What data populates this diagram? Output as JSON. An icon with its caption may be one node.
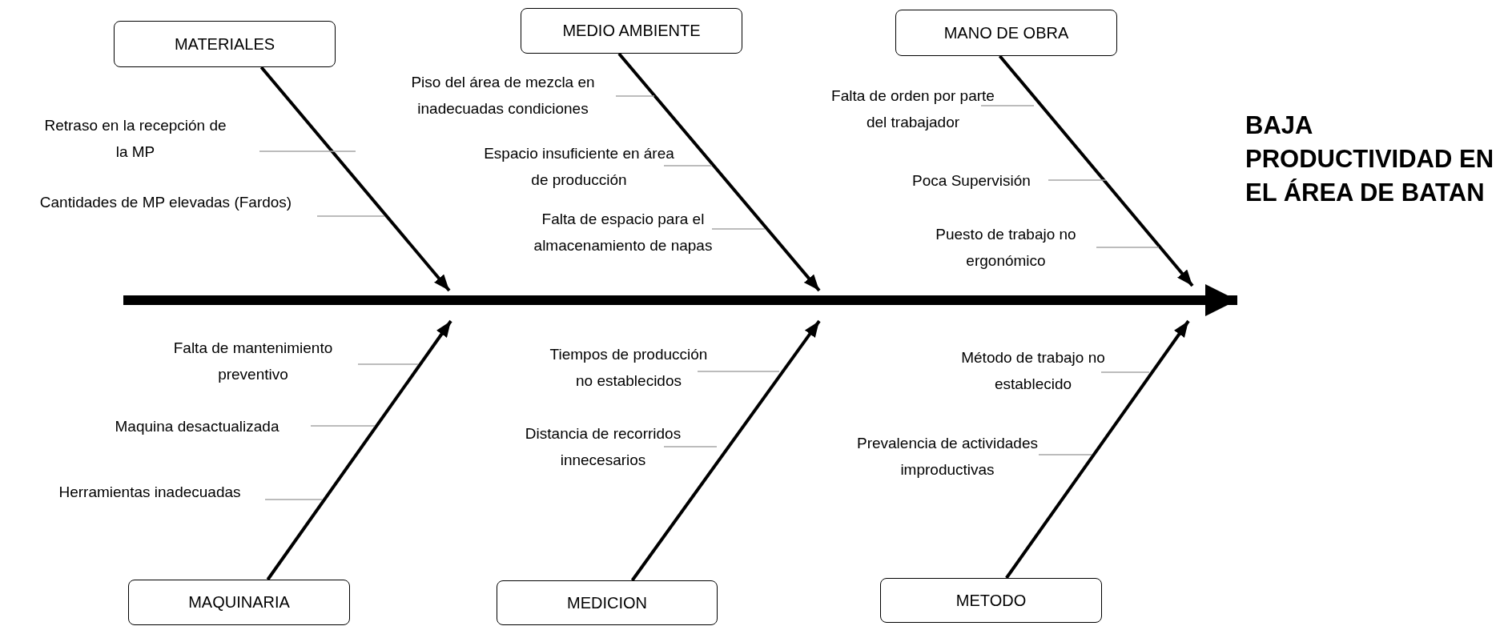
{
  "diagram": {
    "nodes": [
      {
        "text": [
          "MATERIALES"
        ]
      },
      {
        "text": [
          "MEDIO AMBIENTE"
        ]
      },
      {
        "text": [
          "MANO DE OBRA"
        ]
      },
      {
        "text": [
          "MAQUINARIA"
        ]
      },
      {
        "text": [
          "MEDICION"
        ]
      },
      {
        "text": [
          "METODO"
        ]
      },
      {
        "text": [
          "BAJA PRODUCTIVIDAD EN EL ÁREA DE BATAN"
        ]
      }
    ],
    "edges": [
      {
        "from": 0,
        "to": null,
        "arrow": "to"
      },
      {
        "from": 1,
        "to": null,
        "arrow": "to"
      },
      {
        "from": 2,
        "to": null,
        "arrow": "to"
      },
      {
        "from": 3,
        "to": null,
        "arrow": "to"
      },
      {
        "from": 4,
        "to": null,
        "arrow": "to"
      },
      {
        "from": 5,
        "to": null,
        "arrow": "to"
      },
      {
        "from": null,
        "to": 6,
        "arrow": "to",
        "style": "thick"
      }
    ],
    "labels": [
      "Retraso en la recepción de la MP",
      "Cantidades de MP elevadas (Fardos)",
      "Piso del área de mezcla en inadecuadas condiciones",
      "Espacio insuficiente en área de producción",
      "Falta de espacio para el almacenamiento de napas",
      "Falta de orden por parte del trabajador",
      "Poca Supervisión",
      "Puesto de trabajo no ergonómico",
      "Falta de mantenimiento preventivo",
      "Maquina desactualizada",
      "Herramientas inadecuadas",
      "Tiempos de producción no establecidos",
      "Distancia de recorridos innecesarios",
      "Método de trabajo no establecido",
      "Prevalencia de actividades improductivas"
    ]
  }
}
